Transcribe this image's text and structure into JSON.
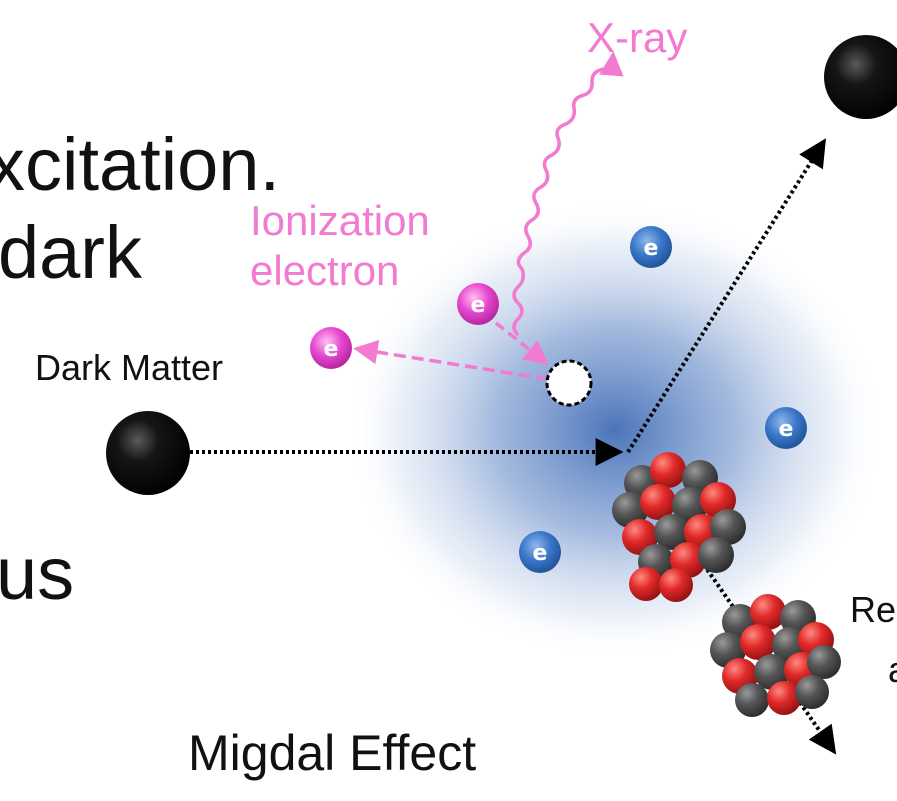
{
  "slide_text": {
    "line1": "xcitation.",
    "line2": "dark",
    "line3": "us"
  },
  "labels": {
    "xray": "X-ray",
    "ionization_line1": "Ionization",
    "ionization_line2": "electron",
    "dark_matter": "Dark Matter",
    "recoil_line1": "Re",
    "recoil_line2": "a",
    "migdal": "Migdal Effect",
    "electron_symbol": "e"
  },
  "colors": {
    "ionization": "#f27ad0",
    "electron_blue": "#2f6fbf",
    "electron_pink": "#e040c8",
    "electron_cloud": "#2b5cad",
    "proton": "#e53030",
    "neutron": "#5a5a5a",
    "dark_matter": "#000000"
  }
}
